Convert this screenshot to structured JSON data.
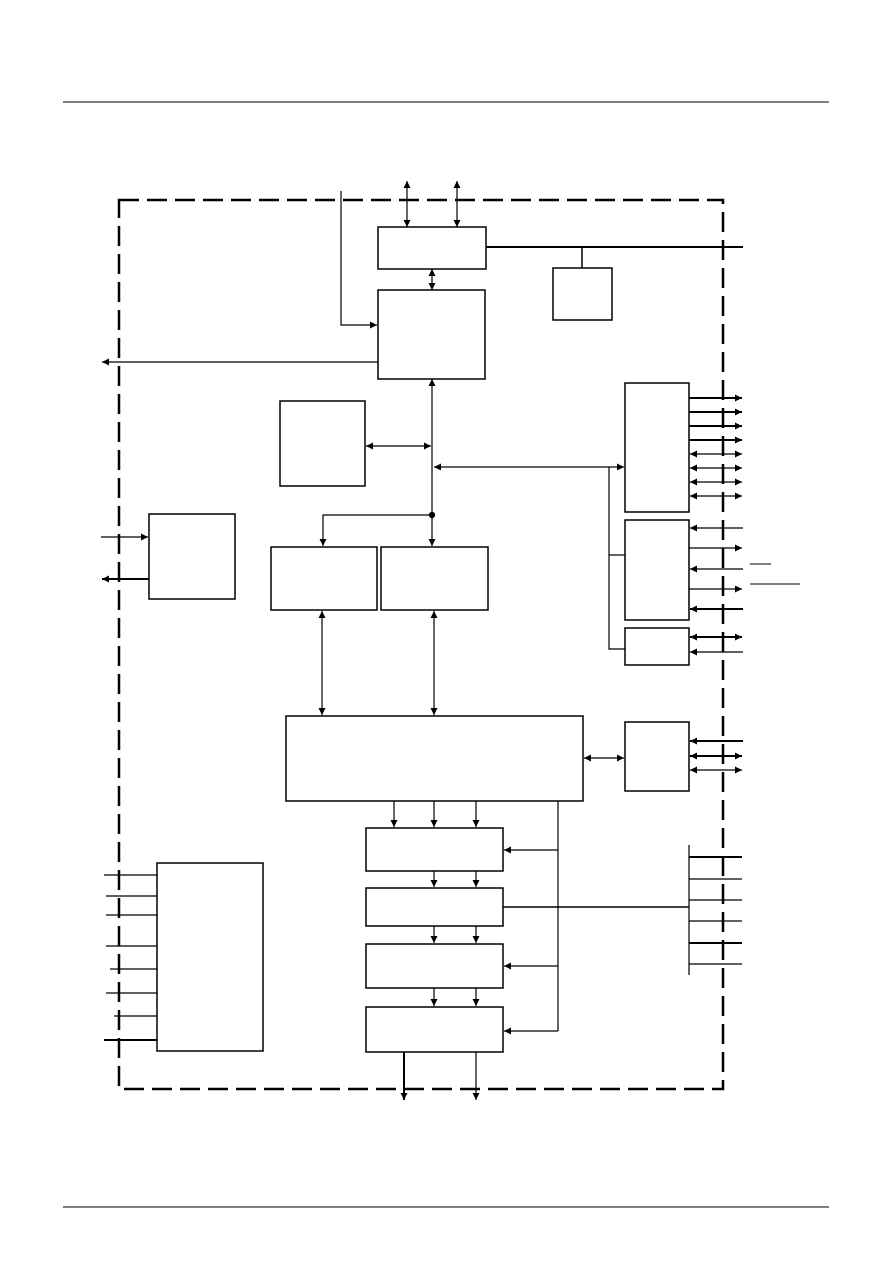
{
  "document": {
    "header_rule": true,
    "footer_rule": true
  },
  "diagram": {
    "boundary": "dashed",
    "line_color": "#000000",
    "background": "#ffffff",
    "blocks": [
      {
        "id": "block-top-interface"
      },
      {
        "id": "block-small-top-right"
      },
      {
        "id": "block-core-controller"
      },
      {
        "id": "block-left-middle"
      },
      {
        "id": "block-left-input"
      },
      {
        "id": "block-mid-left"
      },
      {
        "id": "block-mid-right"
      },
      {
        "id": "block-right-port-a"
      },
      {
        "id": "block-right-port-b"
      },
      {
        "id": "block-right-port-c"
      },
      {
        "id": "block-main-bus"
      },
      {
        "id": "block-right-lower"
      },
      {
        "id": "block-bottom-left"
      },
      {
        "id": "block-chain-1"
      },
      {
        "id": "block-chain-2"
      },
      {
        "id": "block-chain-3"
      },
      {
        "id": "block-chain-4"
      }
    ]
  }
}
